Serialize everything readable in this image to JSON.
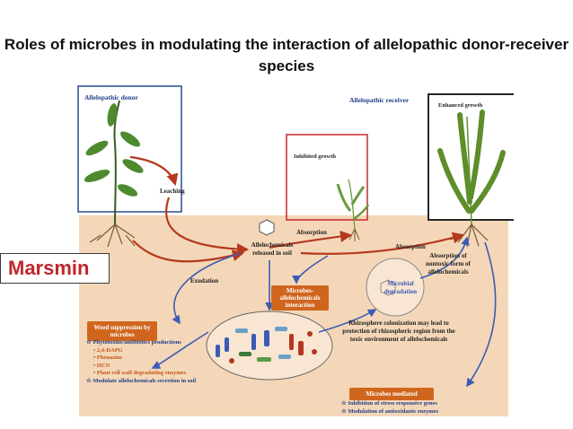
{
  "title": "Roles of microbes in modulating the interaction of allelopathic donor-receiver species",
  "watermark": "Marsmin",
  "labels": {
    "allelopathic_donor": "Allelopathic donor",
    "allelopathic_receiver": "Allelopathic receiver",
    "enhanced_growth": "Enhanced growth",
    "inhibited_growth": "Inhibited growth",
    "leaching": "Leaching",
    "absorption_top": "Absorption",
    "absorption_right": "Absorption",
    "allelochemicals": "Allelochemicals released in soil",
    "exudation": "Exudation",
    "absorption_nontoxic": "Absorption of nontoxic form of allelochemicals",
    "microbes_interaction": "Microbes-allelochemicals interaction",
    "microbial_degradation": "Microbial degradation",
    "rhizosphere": "Rhizosphere colonization may lead to protection of rhizospheric region from the toxic environment of allelochemicals"
  },
  "weed_box": "Weed suppression by microbes",
  "weed_list": {
    "heading": "Phytotoxins/antibiotics productions",
    "items": [
      "2,4-DAPG",
      "Phenazine",
      "HCN",
      "Plant cell wall degradating enzymes"
    ],
    "footer": "Modulate allelochemicals secretion in soil"
  },
  "mediated_box": "Microbes mediated",
  "mediated_list": [
    "Inhibition of stress responsive genes",
    "Modulation of antioxidants enzymes"
  ],
  "colors": {
    "soil": "#f4d7b8",
    "donor_frame": "#2b4c8c",
    "inhibited_frame": "#c62828",
    "enhanced_frame": "#111111",
    "arrow_red": "#b5381e",
    "arrow_blue": "#3b5bb5",
    "leaf": "#4e8a2e"
  }
}
